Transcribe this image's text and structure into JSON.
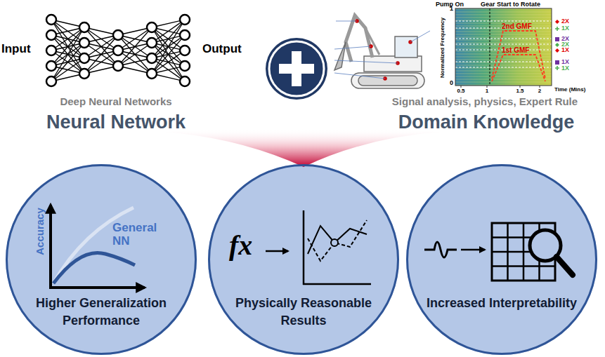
{
  "diagram": {
    "nodes": [
      {
        "text": [
          "Higher Generalization Performance"
        ]
      },
      {
        "text": [
          "Physically Reasonable Results"
        ]
      },
      {
        "text": [
          "Increased Interpretability"
        ]
      }
    ],
    "labels": [
      "Input",
      "Output",
      "Deep Neural Networks",
      "Neural Network",
      "Pump On",
      "Gear Start to Rotate",
      "2nd GMF",
      "1st GMF",
      "2X",
      "1X",
      "2X",
      "2X",
      "1X",
      "1X",
      "1X",
      "1",
      "0",
      "Normalized Frequency",
      "0.5",
      "1",
      "1.5",
      "2",
      "Time (Mins)",
      "Signal analysis, physics, Expert Rule",
      "Domain Knowledge",
      "Accuracy",
      "General NN",
      "fx"
    ]
  }
}
